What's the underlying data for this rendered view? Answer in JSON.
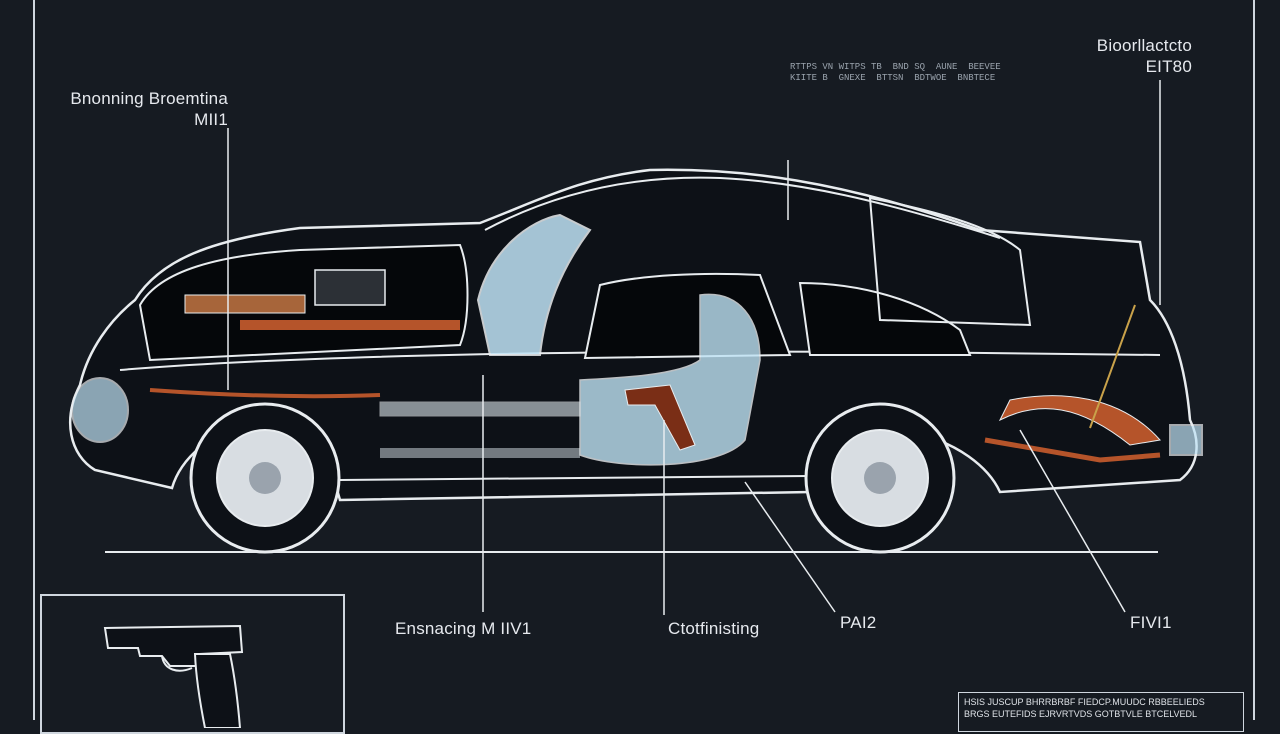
{
  "labels": {
    "top_left_title": "Bnonning Broemtina",
    "top_left_code": "MII1",
    "top_right_title": "Bioorllactcto",
    "top_right_code": "EIT80",
    "top_center_text_line1": "RTTPS VN WITPS TB  BND SQ  AUNE  BEEVEE",
    "top_center_text_line2": "KIITE B  GNEXE  BTTSN  BDTWOE  BNBTECE",
    "bottom_label_1": "Ensnacing M IIV1",
    "bottom_label_2": "Ctotfinisting",
    "bottom_label_3": "PAI2",
    "bottom_label_4": "FIVI1",
    "notes_line1": "HSIS JUSCUP  BHRRBRBF  FIEDCP.MUUDC  RBBEELIEDS",
    "notes_line2": "BRGS EUTEFIDS  EJRVRTVDS  GOTBTVLE  BTCELVEDL"
  },
  "colors": {
    "background": "#161b22",
    "line": "#e8ecef",
    "glass": "#bfe3f5",
    "accent_orange": "#b5542a"
  },
  "icons": {
    "inset_object": "pistol-icon"
  }
}
